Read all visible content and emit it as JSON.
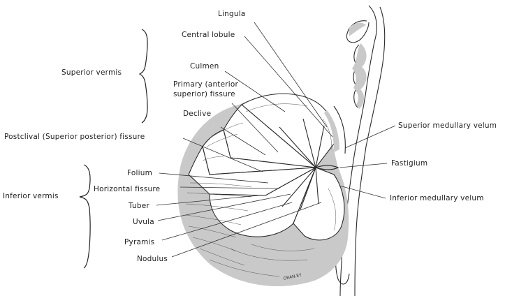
{
  "labels": {
    "lingula": "Lingula",
    "central_lobule": "Central lobule",
    "superior_vermis": "Superior vermis",
    "culmen": "Culmen",
    "primary_fissure_line1": "Primary (anterior",
    "primary_fissure_line2": "superior) fissure",
    "declive": "Declive",
    "postclival_fissure": "Postclival (Superior posterior) fissure",
    "folium": "Folium",
    "horizontal_fissure": "Horizontal fissure",
    "tuber": "Tuber",
    "inferior_vermis": "Inferior vermis",
    "uvula": "Uvula",
    "pyramis": "Pyramis",
    "nodulus": "Nodulus",
    "superior_medullary_velum": "Superior medullary velum",
    "fastigium": "Fastigium",
    "inferior_medullary_velum": "Inferior medullary velum"
  },
  "signature": "ORAN.EY"
}
